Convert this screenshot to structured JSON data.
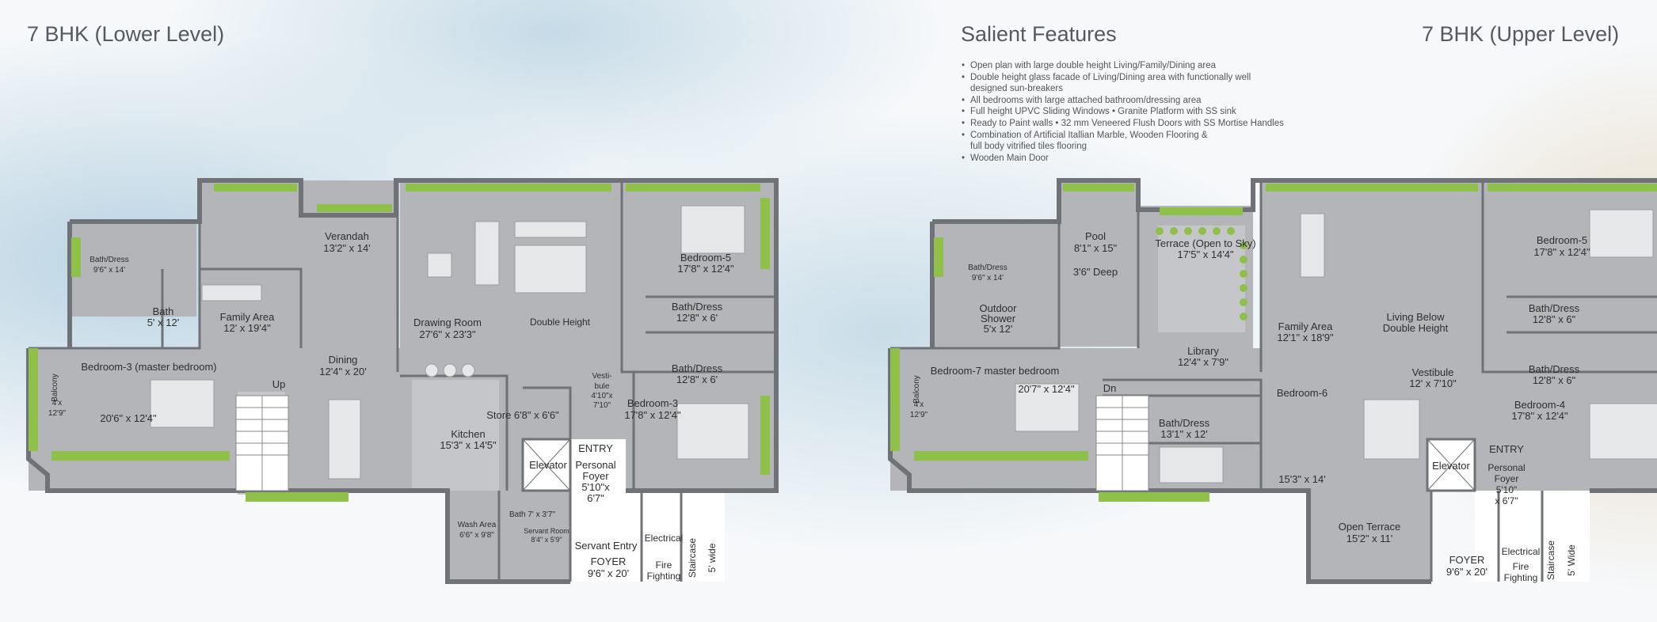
{
  "titles": {
    "lower": "7 BHK (Lower Level)",
    "salient": "Salient Features",
    "upper": "7 BHK (Upper Level)"
  },
  "features": [
    {
      "line": "Open plan with large double height Living/Family/Dining area"
    },
    {
      "line": "Double height glass facade of Living/Dining area with functionally well",
      "cont": "designed sun-breakers"
    },
    {
      "line": "All bedrooms with large attached bathroom/dressing area"
    },
    {
      "line": "Full height UPVC Sliding Windows • Granite Platform with SS sink"
    },
    {
      "line": "Ready to Paint walls • 32 mm Veneered Flush Doors with SS Mortise Handles"
    },
    {
      "line": "Combination of Artificial Itallian Marble, Wooden Flooring &",
      "cont": "full body vitrified tiles flooring"
    },
    {
      "line": "Wooden Main Door"
    }
  ],
  "lower": {
    "bath_dress_1": [
      "Bath/Dress",
      "9'6\" x 14'"
    ],
    "verandah": [
      "Verandah",
      "13'2\" x 14'"
    ],
    "bath": [
      "Bath",
      "5' x 12'"
    ],
    "family_area": [
      "Family Area",
      "12' x 19'4\""
    ],
    "drawing_room": [
      "Drawing Room",
      "27'6\" x 23'3\""
    ],
    "double_height": "Double Height",
    "bedroom_5": [
      "Bedroom-5",
      "17'8\" x 12'4\""
    ],
    "bath_dress_2": [
      "Bath/Dress",
      "12'8\" x 6'"
    ],
    "bath_dress_3": [
      "Bath/Dress",
      "12'8\" x 6'"
    ],
    "balcony": "Balcony",
    "balcony_size": [
      "4'x",
      "12'9\""
    ],
    "bedroom_3m": [
      "Bedroom-3 (master bedroom)",
      "20'6\" x 12'4\""
    ],
    "up": "Up",
    "dining": [
      "Dining",
      "12'4\" x 20'"
    ],
    "vestibule": [
      "Vesti-",
      "bule",
      "4'10\"x",
      "7'10\""
    ],
    "bedroom_3": [
      "Bedroom-3",
      "17'8\" x 12'4\""
    ],
    "store": "Store  6'8\" x 6'6\"",
    "kitchen": [
      "Kitchen",
      "15'3\" x 14'5\""
    ],
    "entry": "ENTRY",
    "elevator": "Elevator",
    "personal_foyer": [
      "Personal",
      "Foyer",
      "5'10\"x",
      "6'7\""
    ],
    "bath_small": "Bath 7' x 3'7\"",
    "wash_area": [
      "Wash Area",
      "6'6\" x 9'8\""
    ],
    "servant_room": [
      "Servant Room",
      "8'4\" x 5'9\""
    ],
    "servant_entry": "Servant Entry",
    "foyer": [
      "FOYER",
      "9'6\" x 20'"
    ],
    "electrical": "Electrical",
    "fire_fighting": [
      "Fire",
      "Fighting"
    ],
    "staircase": "Staircase",
    "wide": "5' wide"
  },
  "upper": {
    "bath_dress_1": [
      "Bath/Dress",
      "9'6\" x 14'"
    ],
    "pool": [
      "Pool",
      "8'1\" x 15\"",
      "3'6\" Deep"
    ],
    "terrace": [
      "Terrace (Open to Sky)",
      "17'5\" x 14'4\""
    ],
    "outdoor_shower": [
      "Outdoor",
      "Shower",
      "5'x 12'"
    ],
    "family_area": [
      "Family Area",
      "12'1\" x 18'9\""
    ],
    "living_below": [
      "Living Below",
      "Double Height"
    ],
    "bedroom_5": [
      "Bedroom-5",
      "17'8\" x 12'4\""
    ],
    "bath_dress_2": [
      "Bath/Dress",
      "12'8\" x 6\""
    ],
    "bath_dress_3": [
      "Bath/Dress",
      "12'8\" x 6\""
    ],
    "library": [
      "Library",
      "12'4\" x 7'9\""
    ],
    "balcony": "Balcony",
    "balcony_size": [
      "4'x",
      "12'9\""
    ],
    "bedroom_7": [
      "Bedroom-7 master bedroom",
      "20'7\" x 12'4\""
    ],
    "dn": "Dn",
    "vestibule": [
      "Vestibule",
      "12' x 7'10\""
    ],
    "bedroom_6": [
      "Bedroom-6",
      "15'3\" x 14'"
    ],
    "bath_dress_4": [
      "Bath/Dress",
      "13'1\" x 12'"
    ],
    "bedroom_4": [
      "Bedroom-4",
      "17'8\" x 12'4\""
    ],
    "entry": "ENTRY",
    "elevator": "Elevator",
    "personal_foyer": [
      "Personal",
      "Foyer",
      "5'10\"",
      "x 6'7\""
    ],
    "open_terrace": [
      "Open Terrace",
      "15'2\" x 11'"
    ],
    "foyer": [
      "FOYER",
      "9'6\" x 20'"
    ],
    "electrical": "Electrical",
    "fire_fighting": [
      "Fire",
      "Fighting"
    ],
    "staircase": "Staircase",
    "wide": "5' Wide"
  },
  "colors": {
    "floor": "#b3b5b8",
    "wall": "#6f7276",
    "green": "#8ec04a",
    "text": "#555a60"
  }
}
